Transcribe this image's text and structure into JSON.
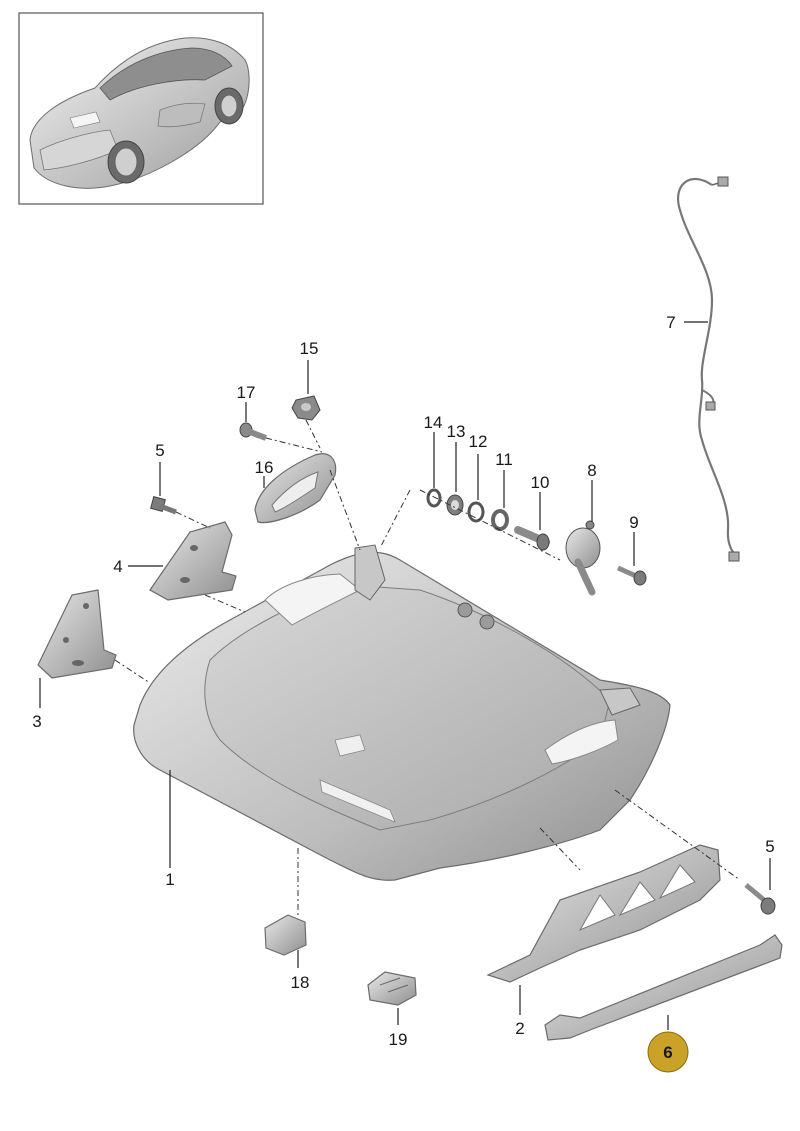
{
  "callouts": [
    {
      "id": "n1",
      "label": "1"
    },
    {
      "id": "n2",
      "label": "2"
    },
    {
      "id": "n3",
      "label": "3"
    },
    {
      "id": "n4",
      "label": "4"
    },
    {
      "id": "n5a",
      "label": "5"
    },
    {
      "id": "n5b",
      "label": "5"
    },
    {
      "id": "n6",
      "label": "6"
    },
    {
      "id": "n7",
      "label": "7"
    },
    {
      "id": "n8",
      "label": "8"
    },
    {
      "id": "n9",
      "label": "9"
    },
    {
      "id": "n10",
      "label": "10"
    },
    {
      "id": "n11",
      "label": "11"
    },
    {
      "id": "n12",
      "label": "12"
    },
    {
      "id": "n13",
      "label": "13"
    },
    {
      "id": "n14",
      "label": "14"
    },
    {
      "id": "n15",
      "label": "15"
    },
    {
      "id": "n16",
      "label": "16"
    },
    {
      "id": "n17",
      "label": "17"
    },
    {
      "id": "n18",
      "label": "18"
    },
    {
      "id": "n19",
      "label": "19"
    }
  ],
  "highlight": {
    "label": "6",
    "color": "#c9a227"
  },
  "colors": {
    "part_light": "#e2e2e2",
    "part_mid": "#b9b9b9",
    "part_dark": "#8c8c8c",
    "line": "#222222"
  }
}
